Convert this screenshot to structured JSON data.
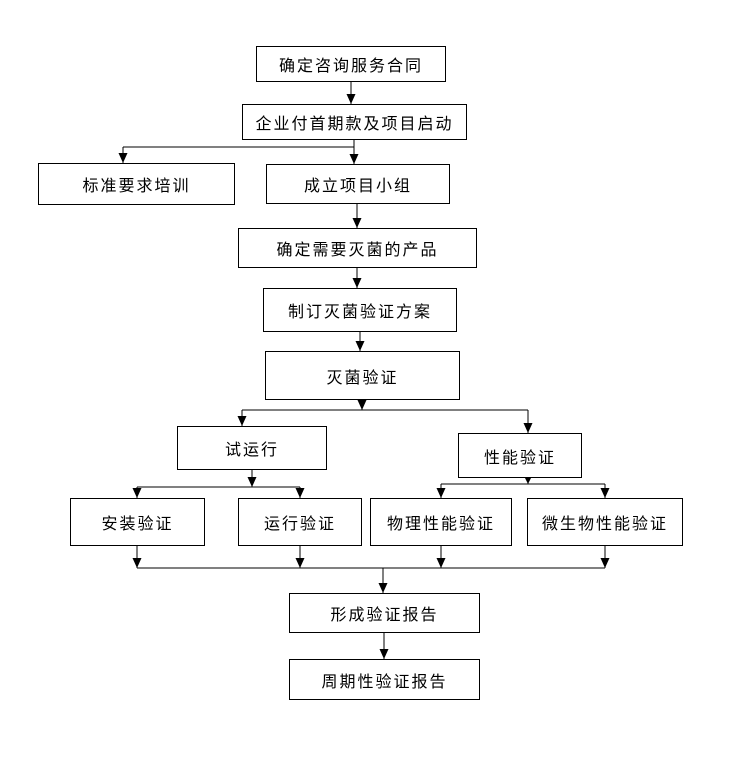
{
  "diagram": {
    "background_color": "#ffffff",
    "line_color": "#000000",
    "node_fill_color": "#ffffff",
    "node_border_color": "#000000",
    "text_color": "#000000",
    "nodes": [
      {
        "id": "contract",
        "label": "确定咨询服务合同"
      },
      {
        "id": "payment",
        "label": "企业付首期款及项目启动"
      },
      {
        "id": "training",
        "label": "标准要求培训"
      },
      {
        "id": "team",
        "label": "成立项目小组"
      },
      {
        "id": "products",
        "label": "确定需要灭菌的产品"
      },
      {
        "id": "plan",
        "label": "制订灭菌验证方案"
      },
      {
        "id": "validation",
        "label": "灭菌验证"
      },
      {
        "id": "trial",
        "label": "试运行"
      },
      {
        "id": "performance",
        "label": "性能验证"
      },
      {
        "id": "install",
        "label": "安装验证"
      },
      {
        "id": "operation",
        "label": "运行验证"
      },
      {
        "id": "physical",
        "label": "物理性能验证"
      },
      {
        "id": "microbial",
        "label": "微生物性能验证"
      },
      {
        "id": "report",
        "label": "形成验证报告"
      },
      {
        "id": "periodic",
        "label": "周期性验证报告"
      }
    ],
    "edges": [
      {
        "from": "contract",
        "to": "payment"
      },
      {
        "from": "payment",
        "to": "training"
      },
      {
        "from": "payment",
        "to": "team"
      },
      {
        "from": "team",
        "to": "products"
      },
      {
        "from": "products",
        "to": "plan"
      },
      {
        "from": "plan",
        "to": "validation"
      },
      {
        "from": "validation",
        "to": "trial"
      },
      {
        "from": "validation",
        "to": "performance"
      },
      {
        "from": "trial",
        "to": "install"
      },
      {
        "from": "trial",
        "to": "operation"
      },
      {
        "from": "performance",
        "to": "physical"
      },
      {
        "from": "performance",
        "to": "microbial"
      },
      {
        "from": "install",
        "to": "report"
      },
      {
        "from": "operation",
        "to": "report"
      },
      {
        "from": "physical",
        "to": "report"
      },
      {
        "from": "microbial",
        "to": "report"
      },
      {
        "from": "report",
        "to": "periodic"
      }
    ]
  }
}
